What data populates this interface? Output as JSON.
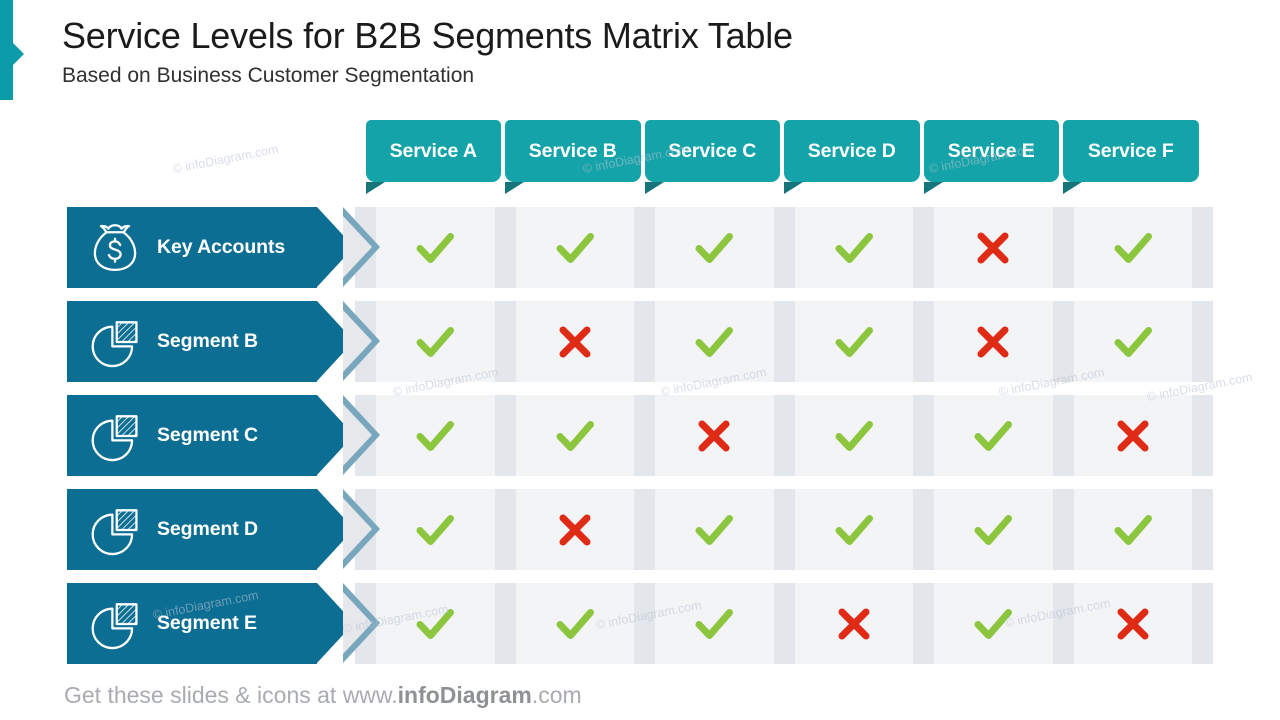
{
  "slide": {
    "title": "Service Levels for B2B Segments Matrix Table",
    "subtitle": "Based on Business Customer Segmentation",
    "accent_color": "#0C9BA8",
    "header_tab_color": "#14A3A8",
    "header_tail_color": "#16757B",
    "row_label_color": "#0C6E93",
    "row_label_tip_color": "#78A6BC",
    "cell_color": "#f2f4f6",
    "gap_color": "#e3e6ea",
    "check_color": "#8CC63F",
    "cross_color": "#DF2A16"
  },
  "columns": [
    {
      "label": "Service A"
    },
    {
      "label": "Service B"
    },
    {
      "label": "Service C"
    },
    {
      "label": "Service D"
    },
    {
      "label": "Service E"
    },
    {
      "label": "Service F"
    }
  ],
  "rows": [
    {
      "label": "Key Accounts",
      "icon": "money-bag-icon",
      "values": [
        "check",
        "check",
        "check",
        "check",
        "cross",
        "check"
      ]
    },
    {
      "label": "Segment B",
      "icon": "pie-chart-icon",
      "values": [
        "check",
        "cross",
        "check",
        "check",
        "cross",
        "check"
      ]
    },
    {
      "label": "Segment C",
      "icon": "pie-chart-icon",
      "values": [
        "check",
        "check",
        "cross",
        "check",
        "check",
        "cross"
      ]
    },
    {
      "label": "Segment D",
      "icon": "pie-chart-icon",
      "values": [
        "check",
        "cross",
        "check",
        "check",
        "check",
        "check"
      ]
    },
    {
      "label": "Segment E",
      "icon": "pie-chart-icon",
      "values": [
        "check",
        "check",
        "check",
        "cross",
        "check",
        "cross"
      ]
    }
  ],
  "watermark": {
    "text": "© infoDiagram.com"
  },
  "footer": {
    "prefix": "Get these slides & icons at www.",
    "brand": "infoDiagram",
    "suffix": ".com"
  }
}
